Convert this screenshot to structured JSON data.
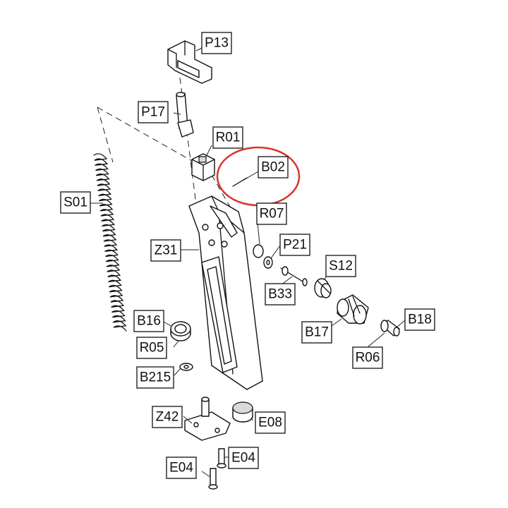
{
  "labels": {
    "P13": "P13",
    "P17": "P17",
    "R01": "R01",
    "B02": "B02",
    "S01": "S01",
    "R07": "R07",
    "Z31": "Z31",
    "P21": "P21",
    "S12": "S12",
    "B33": "B33",
    "B16": "B16",
    "B18": "B18",
    "B17": "B17",
    "R05": "R05",
    "R06": "R06",
    "B215": "B215",
    "Z42": "Z42",
    "E08": "E08",
    "E04a": "E04",
    "E04b": "E04"
  },
  "highlight": {
    "part": "B02",
    "color": "#d9342b"
  }
}
